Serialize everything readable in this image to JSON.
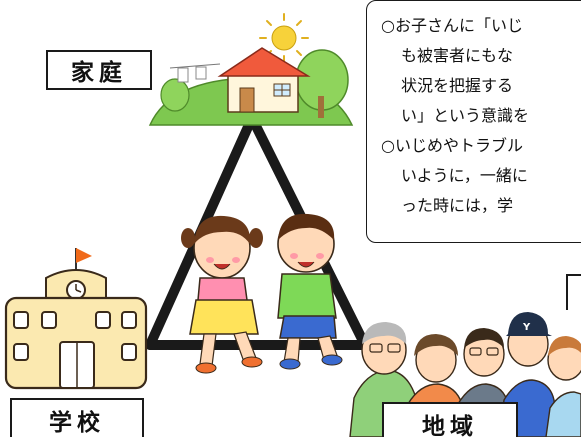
{
  "labels": {
    "home": "家庭",
    "school": "学校",
    "region": "地域"
  },
  "note": {
    "lines": [
      {
        "text": "○お子さんに「いじ",
        "indent": false
      },
      {
        "text": "も被害者にもな",
        "indent": true
      },
      {
        "text": "状況を把握する",
        "indent": true
      },
      {
        "text": "い」という意識を",
        "indent": true
      },
      {
        "text": "○いじめやトラブル",
        "indent": false
      },
      {
        "text": "いように，一緒に",
        "indent": true
      },
      {
        "text": "った時には，学",
        "indent": true
      }
    ]
  },
  "icons": {
    "house": "house-icon",
    "sun": "sun-icon",
    "school": "school-building-icon",
    "children": "children-icon",
    "community": "community-people-icon"
  },
  "colors": {
    "triangle": "#1a1a1a",
    "hill": "#7ec850",
    "roof": "#f05a3c",
    "sun": "#f7d23a",
    "school_wall": "#fbe9b0",
    "flag": "#f06a1a"
  }
}
